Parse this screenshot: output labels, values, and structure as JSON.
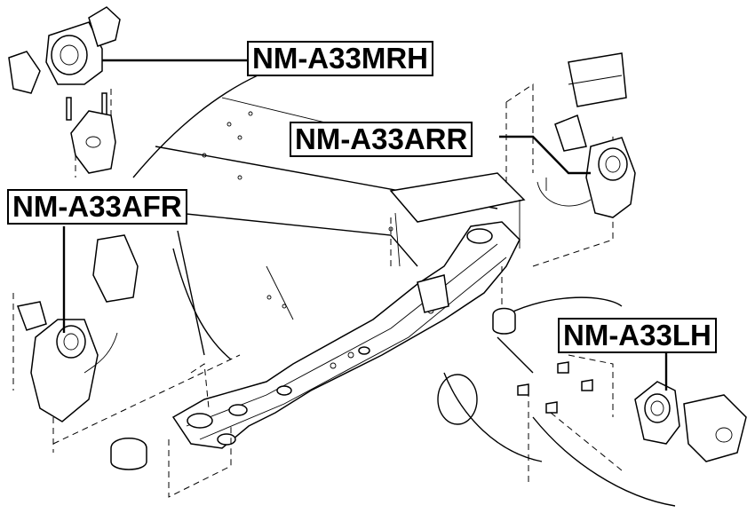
{
  "labels": {
    "mrh": "NM-A33MRH",
    "arr": "NM-A33ARR",
    "afr": "NM-A33AFR",
    "lh": "NM-A33LH"
  }
}
